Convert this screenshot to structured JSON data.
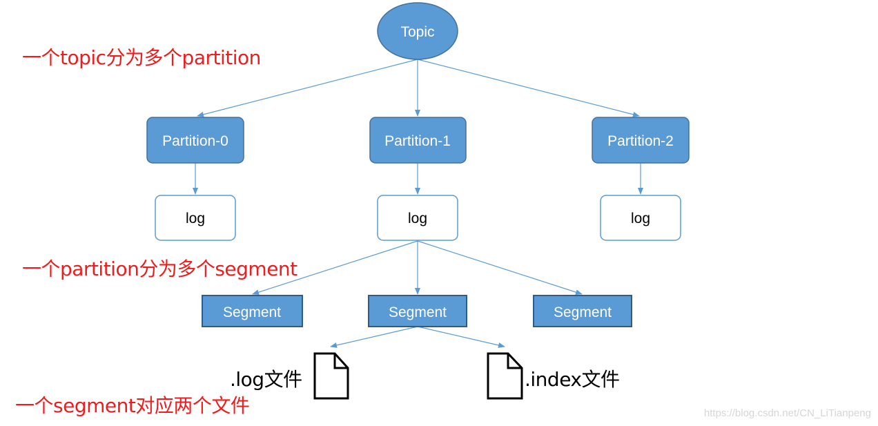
{
  "nodes": {
    "topic": "Topic",
    "partitions": [
      "Partition-0",
      "Partition-1",
      "Partition-2"
    ],
    "logs": [
      "log",
      "log",
      "log"
    ],
    "segments": [
      "Segment",
      "Segment",
      "Segment"
    ]
  },
  "files": {
    "log_file": ".log文件",
    "index_file": ".index文件"
  },
  "annotations": {
    "topic_to_partition": "一个topic分为多个partition",
    "partition_to_segment": "一个partition分为多个segment",
    "segment_to_files": "一个segment对应两个文件"
  },
  "watermark": "https://blog.csdn.net/CN_LiTianpeng",
  "colors": {
    "node_fill": "#5b9bd5",
    "node_stroke": "#41719c",
    "segment_stroke": "#2e5b8a",
    "edge": "#5b9bd5",
    "annotation": "#ee1c1c"
  }
}
